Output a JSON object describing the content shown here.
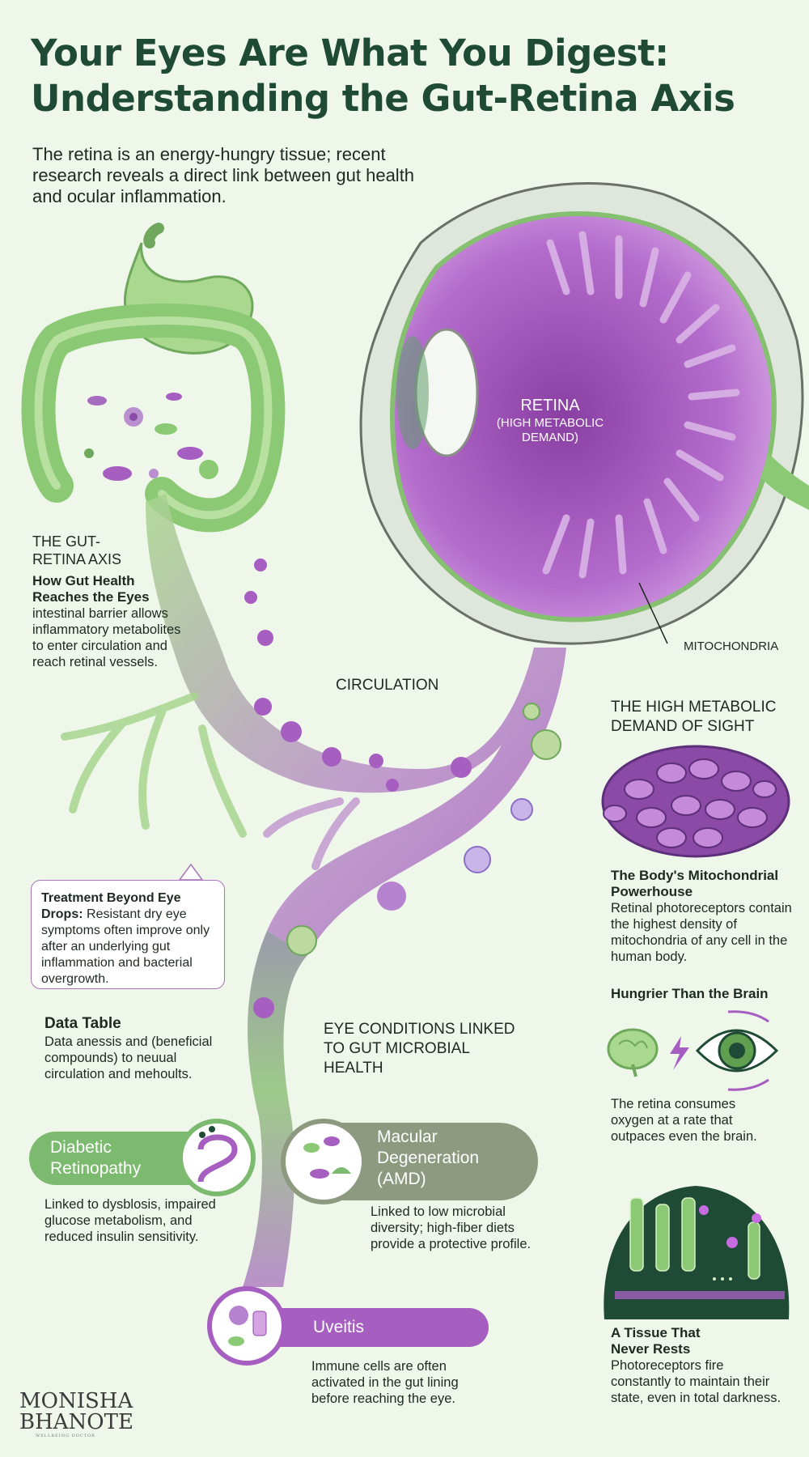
{
  "title": "Your Eyes Are What You Digest: Understanding the Gut-Retina Axis",
  "intro": "The retina is an energy-hungry tissue; recent research reveals a direct link between gut health and ocular inflammation.",
  "eye_labels": {
    "retina": "RETINA",
    "retina_sub": "(HIGH METABOLIC DEMAND)",
    "mitochondria": "MITOCHONDRIA",
    "circulation": "CIRCULATION"
  },
  "gut_axis": {
    "heading": "THE GUT-RETINA AXIS",
    "subheading": "How Gut Health Reaches the Eyes",
    "body": "intestinal barrier allows inflammatory metabolites to enter circulation and reach retinal vessels."
  },
  "callout": {
    "bold": "Treatment Beyond Eye Drops:",
    "text": " Resistant dry eye symptoms often improve only after an underlying gut inflammation and bacterial overgrowth."
  },
  "data_table": {
    "heading": "Data Table",
    "body": "Data anessis and (beneficial compounds) to neuual circulation and mehoults."
  },
  "conditions": {
    "heading": "EYE CONDITIONS LINKED TO GUT MICROBIAL HEALTH",
    "items": [
      {
        "name": "Diabetic Retinopathy",
        "desc": "Linked to dysblosis, impaired glucose metabolism, and reduced insulin sensitivity.",
        "color": "#7cbb6f"
      },
      {
        "name": "Macular Degeneration (AMD)",
        "desc": "Linked to low microbial diversity; high-fiber diets provide a protective profile.",
        "color": "#8d9a80"
      },
      {
        "name": "Uveitis",
        "desc": "Immune cells are often activated in the gut lining before reaching the eye.",
        "color": "#a65ec1"
      }
    ]
  },
  "metabolic": {
    "heading": "THE HIGH METABOLIC DEMAND OF SIGHT",
    "items": [
      {
        "title": "The Body's Mitochondrial Powerhouse",
        "desc": "Retinal photoreceptors contain the highest density of mitochondria of any cell in the human body."
      },
      {
        "title": "Hungrier Than the Brain",
        "desc": "The retina consumes oxygen at a rate that outpaces even the brain."
      },
      {
        "title": "A Tissue That Never Rests",
        "desc": "Photoreceptors fire constantly to maintain their state, even in total darkness."
      }
    ]
  },
  "logo": {
    "line1": "MONISHA",
    "line2": "BHANOTE",
    "tagline": "WELLBEING DOCTOR"
  },
  "colors": {
    "green_dark": "#1f4a35",
    "green": "#7cbb6f",
    "purple": "#a65ec1",
    "background": "#eef7ea"
  },
  "icons": [
    "stomach-icon",
    "intestine-icon",
    "eye-icon",
    "microbe-icon",
    "mitochondrion-icon",
    "brain-icon",
    "lightning-icon",
    "photoreceptor-icon"
  ]
}
